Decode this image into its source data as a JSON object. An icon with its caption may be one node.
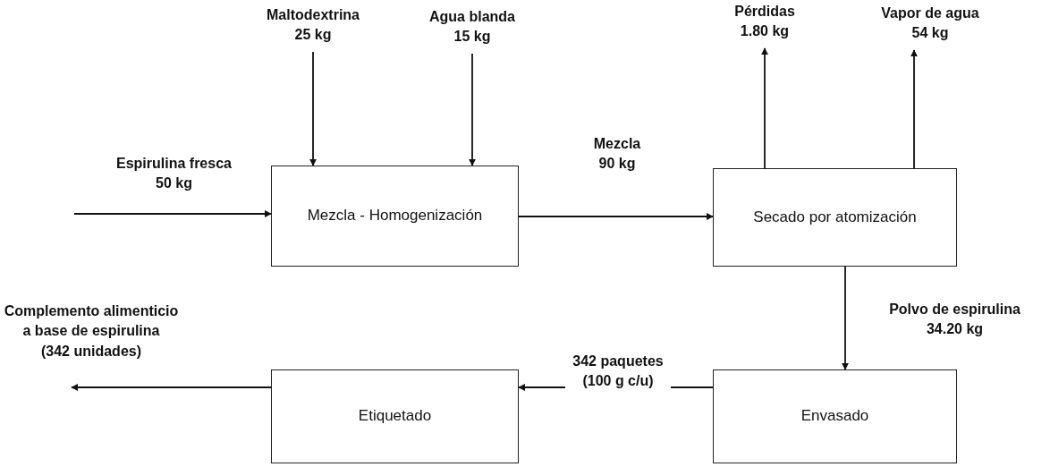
{
  "diagram": {
    "nodes": [
      {
        "text": [
          "Maltodextrina",
          "25 kg"
        ]
      },
      {
        "text": [
          "Agua blanda",
          "15 kg"
        ]
      },
      {
        "text": [
          "Pérdidas",
          "1.80 kg"
        ]
      },
      {
        "text": [
          "Vapor de agua",
          "54 kg"
        ]
      },
      {
        "text": [
          "Mezcla - Homogenización"
        ]
      },
      {
        "text": [
          "Secado por atomización"
        ]
      },
      {
        "text": [
          "Etiquetado"
        ]
      },
      {
        "text": [
          "Envasado"
        ]
      }
    ],
    "edges": [
      {
        "from": null,
        "to": 4,
        "arrow": "to",
        "label": "Espirulina fresca 50 kg"
      },
      {
        "from": 0,
        "to": 4,
        "arrow": "to"
      },
      {
        "from": 1,
        "to": 4,
        "arrow": "to"
      },
      {
        "from": 4,
        "to": 5,
        "arrow": "to",
        "label": "Mezcla 90 kg"
      },
      {
        "from": 5,
        "to": 2,
        "arrow": "to"
      },
      {
        "from": 5,
        "to": 3,
        "arrow": "to"
      },
      {
        "from": 5,
        "to": 7,
        "arrow": "to",
        "label": "Polvo de espirulina 34.20 kg"
      },
      {
        "from": 7,
        "to": 6,
        "arrow": "to",
        "label": "342 paquetes (100 g c/u)"
      },
      {
        "from": 6,
        "to": null,
        "arrow": "to",
        "label": "Complemento alimenticio a base de espirulina (342 unidades)"
      }
    ]
  }
}
